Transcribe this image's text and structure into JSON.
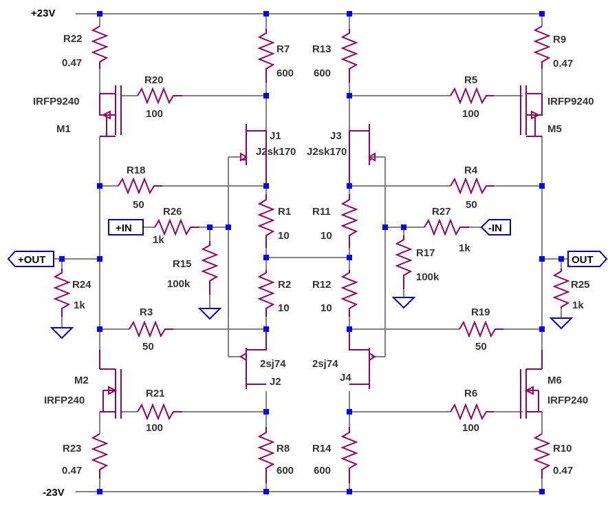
{
  "rails": {
    "positive": "+23V",
    "negative": "-23V"
  },
  "ports": {
    "in_pos": "+IN",
    "in_neg": "-IN",
    "out_pos": "+OUT",
    "out_neg": "OUT"
  },
  "resistors": [
    {
      "ref": "R22",
      "value": "0.47"
    },
    {
      "ref": "R7",
      "value": "600"
    },
    {
      "ref": "R13",
      "value": "600"
    },
    {
      "ref": "R9",
      "value": "0.47"
    },
    {
      "ref": "R20",
      "value": "100"
    },
    {
      "ref": "R5",
      "value": "100"
    },
    {
      "ref": "R18",
      "value": "50"
    },
    {
      "ref": "R4",
      "value": "50"
    },
    {
      "ref": "R26",
      "value": "1k"
    },
    {
      "ref": "R27",
      "value": "1k"
    },
    {
      "ref": "R1",
      "value": "10"
    },
    {
      "ref": "R11",
      "value": "10"
    },
    {
      "ref": "R15",
      "value": "100k"
    },
    {
      "ref": "R17",
      "value": "100k"
    },
    {
      "ref": "R24",
      "value": "1k"
    },
    {
      "ref": "R25",
      "value": "1k"
    },
    {
      "ref": "R2",
      "value": "10"
    },
    {
      "ref": "R12",
      "value": "10"
    },
    {
      "ref": "R3",
      "value": "50"
    },
    {
      "ref": "R19",
      "value": "50"
    },
    {
      "ref": "R21",
      "value": "100"
    },
    {
      "ref": "R6",
      "value": "100"
    },
    {
      "ref": "R23",
      "value": "0.47"
    },
    {
      "ref": "R8",
      "value": "600"
    },
    {
      "ref": "R14",
      "value": "600"
    },
    {
      "ref": "R10",
      "value": "0.47"
    }
  ],
  "mosfets": [
    {
      "ref": "M1",
      "part": "IRFP9240"
    },
    {
      "ref": "M5",
      "part": "IRFP9240"
    },
    {
      "ref": "M2",
      "part": "IRFP240"
    },
    {
      "ref": "M6",
      "part": "IRFP240"
    }
  ],
  "jfets": [
    {
      "ref": "J1",
      "part": "J2sk170"
    },
    {
      "ref": "J3",
      "part": "J2sk170"
    },
    {
      "ref": "J2",
      "part": "2sj74"
    },
    {
      "ref": "J4",
      "part": "2sj74"
    }
  ]
}
